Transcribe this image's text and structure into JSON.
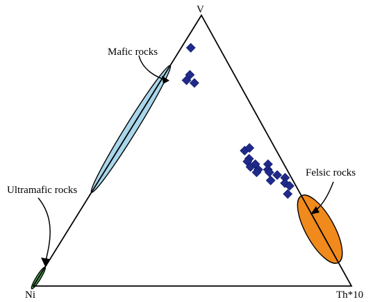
{
  "chart_data": {
    "type": "scatter",
    "subtype": "ternary",
    "vertices": {
      "top": "V",
      "left": "Ni",
      "right": "Th*10"
    },
    "grid": false,
    "legend": "none",
    "fields": [
      {
        "name": "Mafic rocks",
        "color": "#a9d6ea",
        "center": {
          "v": 0.58,
          "ni": 0.42,
          "th": 0.0
        },
        "radius_along_edge": 0.235,
        "radius_across_edge": 0.018
      },
      {
        "name": "Ultramafic rocks",
        "color": "#56b05a",
        "center": {
          "v": 0.03,
          "ni": 0.97,
          "th": 0.0
        },
        "radius_along_edge": 0.04,
        "radius_across_edge": 0.007
      },
      {
        "name": "Felsic rocks",
        "color": "#f08a1c",
        "center": {
          "v": 0.21,
          "ni": 0.0,
          "th": 0.79
        },
        "radius_along_edge": 0.12,
        "radius_across_edge": 0.045
      }
    ],
    "marker": {
      "shape": "diamond",
      "color": "#1f2a8a"
    },
    "points": [
      {
        "v": 0.88,
        "ni": 0.09,
        "th": 0.03
      },
      {
        "v": 0.78,
        "ni": 0.14,
        "th": 0.08
      },
      {
        "v": 0.76,
        "ni": 0.16,
        "th": 0.08
      },
      {
        "v": 0.75,
        "ni": 0.14,
        "th": 0.11
      },
      {
        "v": 0.5,
        "ni": 0.1,
        "th": 0.4
      },
      {
        "v": 0.51,
        "ni": 0.08,
        "th": 0.41
      },
      {
        "v": 0.47,
        "ni": 0.1,
        "th": 0.43
      },
      {
        "v": 0.46,
        "ni": 0.11,
        "th": 0.43
      },
      {
        "v": 0.45,
        "ni": 0.09,
        "th": 0.46
      },
      {
        "v": 0.44,
        "ni": 0.11,
        "th": 0.45
      },
      {
        "v": 0.43,
        "ni": 0.09,
        "th": 0.48
      },
      {
        "v": 0.42,
        "ni": 0.1,
        "th": 0.48
      },
      {
        "v": 0.45,
        "ni": 0.05,
        "th": 0.5
      },
      {
        "v": 0.43,
        "ni": 0.06,
        "th": 0.51
      },
      {
        "v": 0.42,
        "ni": 0.06,
        "th": 0.52
      },
      {
        "v": 0.41,
        "ni": 0.04,
        "th": 0.55
      },
      {
        "v": 0.39,
        "ni": 0.07,
        "th": 0.54
      },
      {
        "v": 0.4,
        "ni": 0.02,
        "th": 0.58
      },
      {
        "v": 0.38,
        "ni": 0.03,
        "th": 0.59
      },
      {
        "v": 0.34,
        "ni": 0.04,
        "th": 0.62
      },
      {
        "v": 0.37,
        "ni": 0.02,
        "th": 0.61
      }
    ]
  }
}
